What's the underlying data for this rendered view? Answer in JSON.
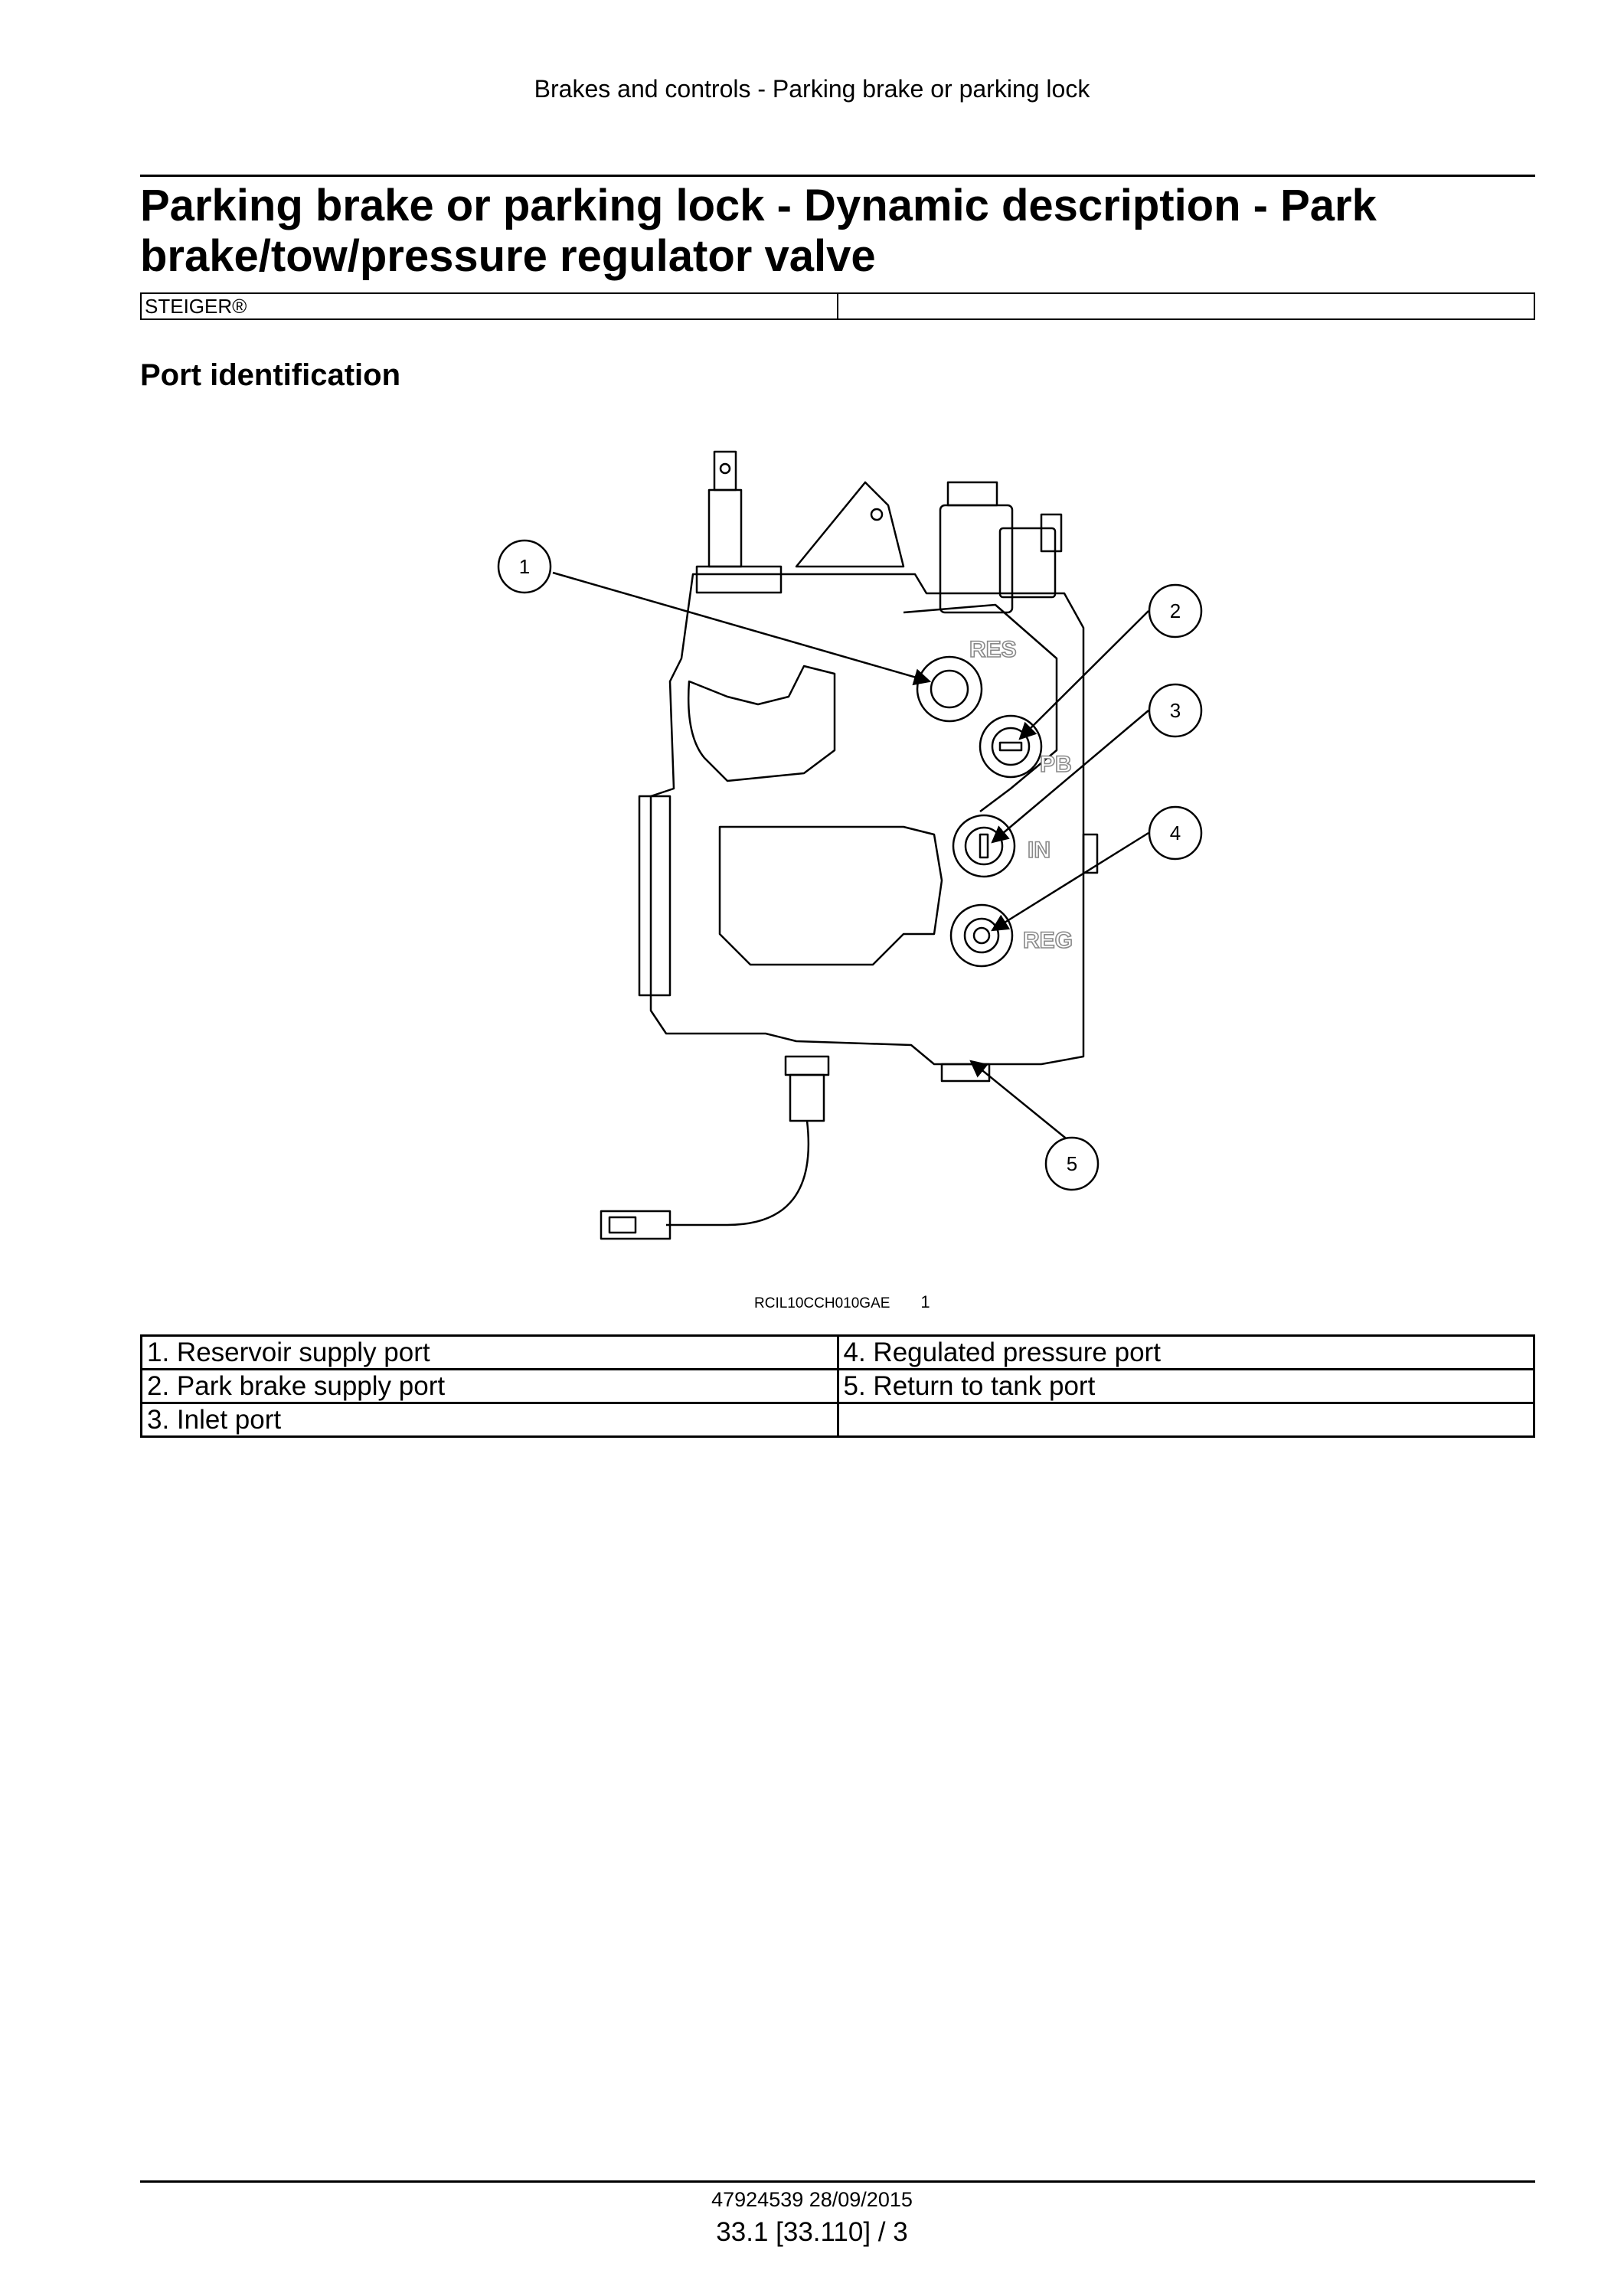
{
  "header": {
    "running_title": "Brakes and controls - Parking brake or parking lock"
  },
  "document": {
    "title": "Parking brake or parking lock - Dynamic description - Park brake/tow/pressure regulator valve",
    "model_cells": [
      "STEIGER®",
      ""
    ],
    "section_title": "Port identification"
  },
  "figure": {
    "callouts": [
      "1",
      "2",
      "3",
      "4",
      "5"
    ],
    "port_markings": [
      "RES",
      "PB",
      "IN",
      "REG"
    ],
    "caption_code": "RCIL10CCH010GAE",
    "caption_number": "1"
  },
  "legend": {
    "rows": [
      [
        "1.  Reservoir supply port",
        "4.  Regulated pressure port"
      ],
      [
        "2.  Park brake supply port",
        "5.  Return to tank port"
      ],
      [
        "3.  Inlet port",
        ""
      ]
    ]
  },
  "footer": {
    "doc_info": "47924539 28/09/2015",
    "page_ref": "33.1 [33.110] / 3"
  }
}
